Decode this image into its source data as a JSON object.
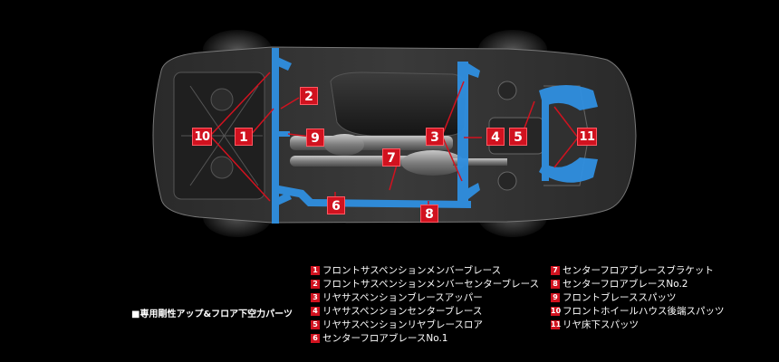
{
  "callouts": [
    {
      "num": "1",
      "label": "フロントサスペンションメンバーブレース"
    },
    {
      "num": "2",
      "label": "フロントサスペンションメンバーセンターブレース"
    },
    {
      "num": "3",
      "label": "リヤサスペンションブレースアッパー"
    },
    {
      "num": "4",
      "label": "リヤサスペンションセンターブレース"
    },
    {
      "num": "5",
      "label": "リヤサスペンションリヤブレースロア"
    },
    {
      "num": "6",
      "label": "センターフロアブレースNo.1"
    },
    {
      "num": "7",
      "label": "センターフロアブレースブラケット"
    },
    {
      "num": "8",
      "label": "センターフロアブレースNo.2"
    },
    {
      "num": "9",
      "label": "フロントブレーススパッツ"
    },
    {
      "num": "10",
      "label": "フロントホイールハウス後端スパッツ"
    },
    {
      "num": "11",
      "label": "リヤ床下スパッツ"
    }
  ],
  "caption": "■専用剛性アップ&フロア下空力パーツ",
  "colors": {
    "highlight_blue": "#2f8fe0",
    "callout_red": "#d1121f",
    "background": "#000000"
  }
}
